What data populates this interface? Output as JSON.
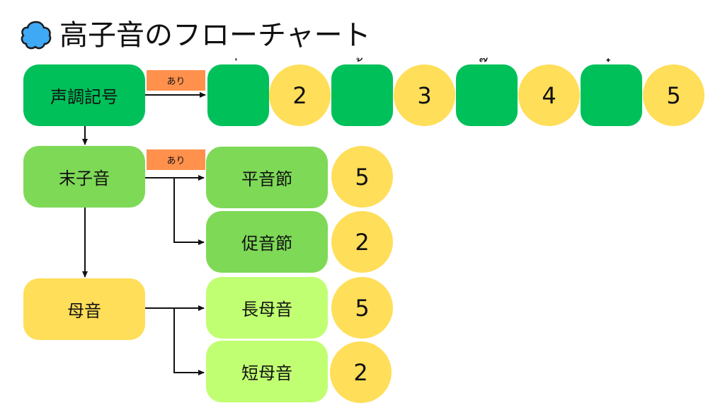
{
  "title": {
    "text": "高子音のフローチャート",
    "icon": "blue-blob-icon",
    "icon_color": "#3fa9f5"
  },
  "colors": {
    "dark_green": "#00c05a",
    "mid_green": "#7ed957",
    "light_green": "#c1ff72",
    "yellow": "#ffde59",
    "orange": "#ff914d"
  },
  "nodes": {
    "tone_mark": "声調記号",
    "final_consonant": "末子音",
    "vowel": "母音",
    "live_syllable": "平音節",
    "dead_syllable": "促音節",
    "long_vowel": "長母音",
    "short_vowel": "短母音"
  },
  "tags": {
    "tone_mark_yes": "あり",
    "final_yes": "あり"
  },
  "tone_marks": [
    {
      "mark": "่",
      "tone": "2"
    },
    {
      "mark": "้",
      "tone": "3"
    },
    {
      "mark": "๊",
      "tone": "4"
    },
    {
      "mark": "๋",
      "tone": "5"
    }
  ],
  "results": {
    "live": "5",
    "dead": "2",
    "long": "5",
    "short": "2"
  }
}
